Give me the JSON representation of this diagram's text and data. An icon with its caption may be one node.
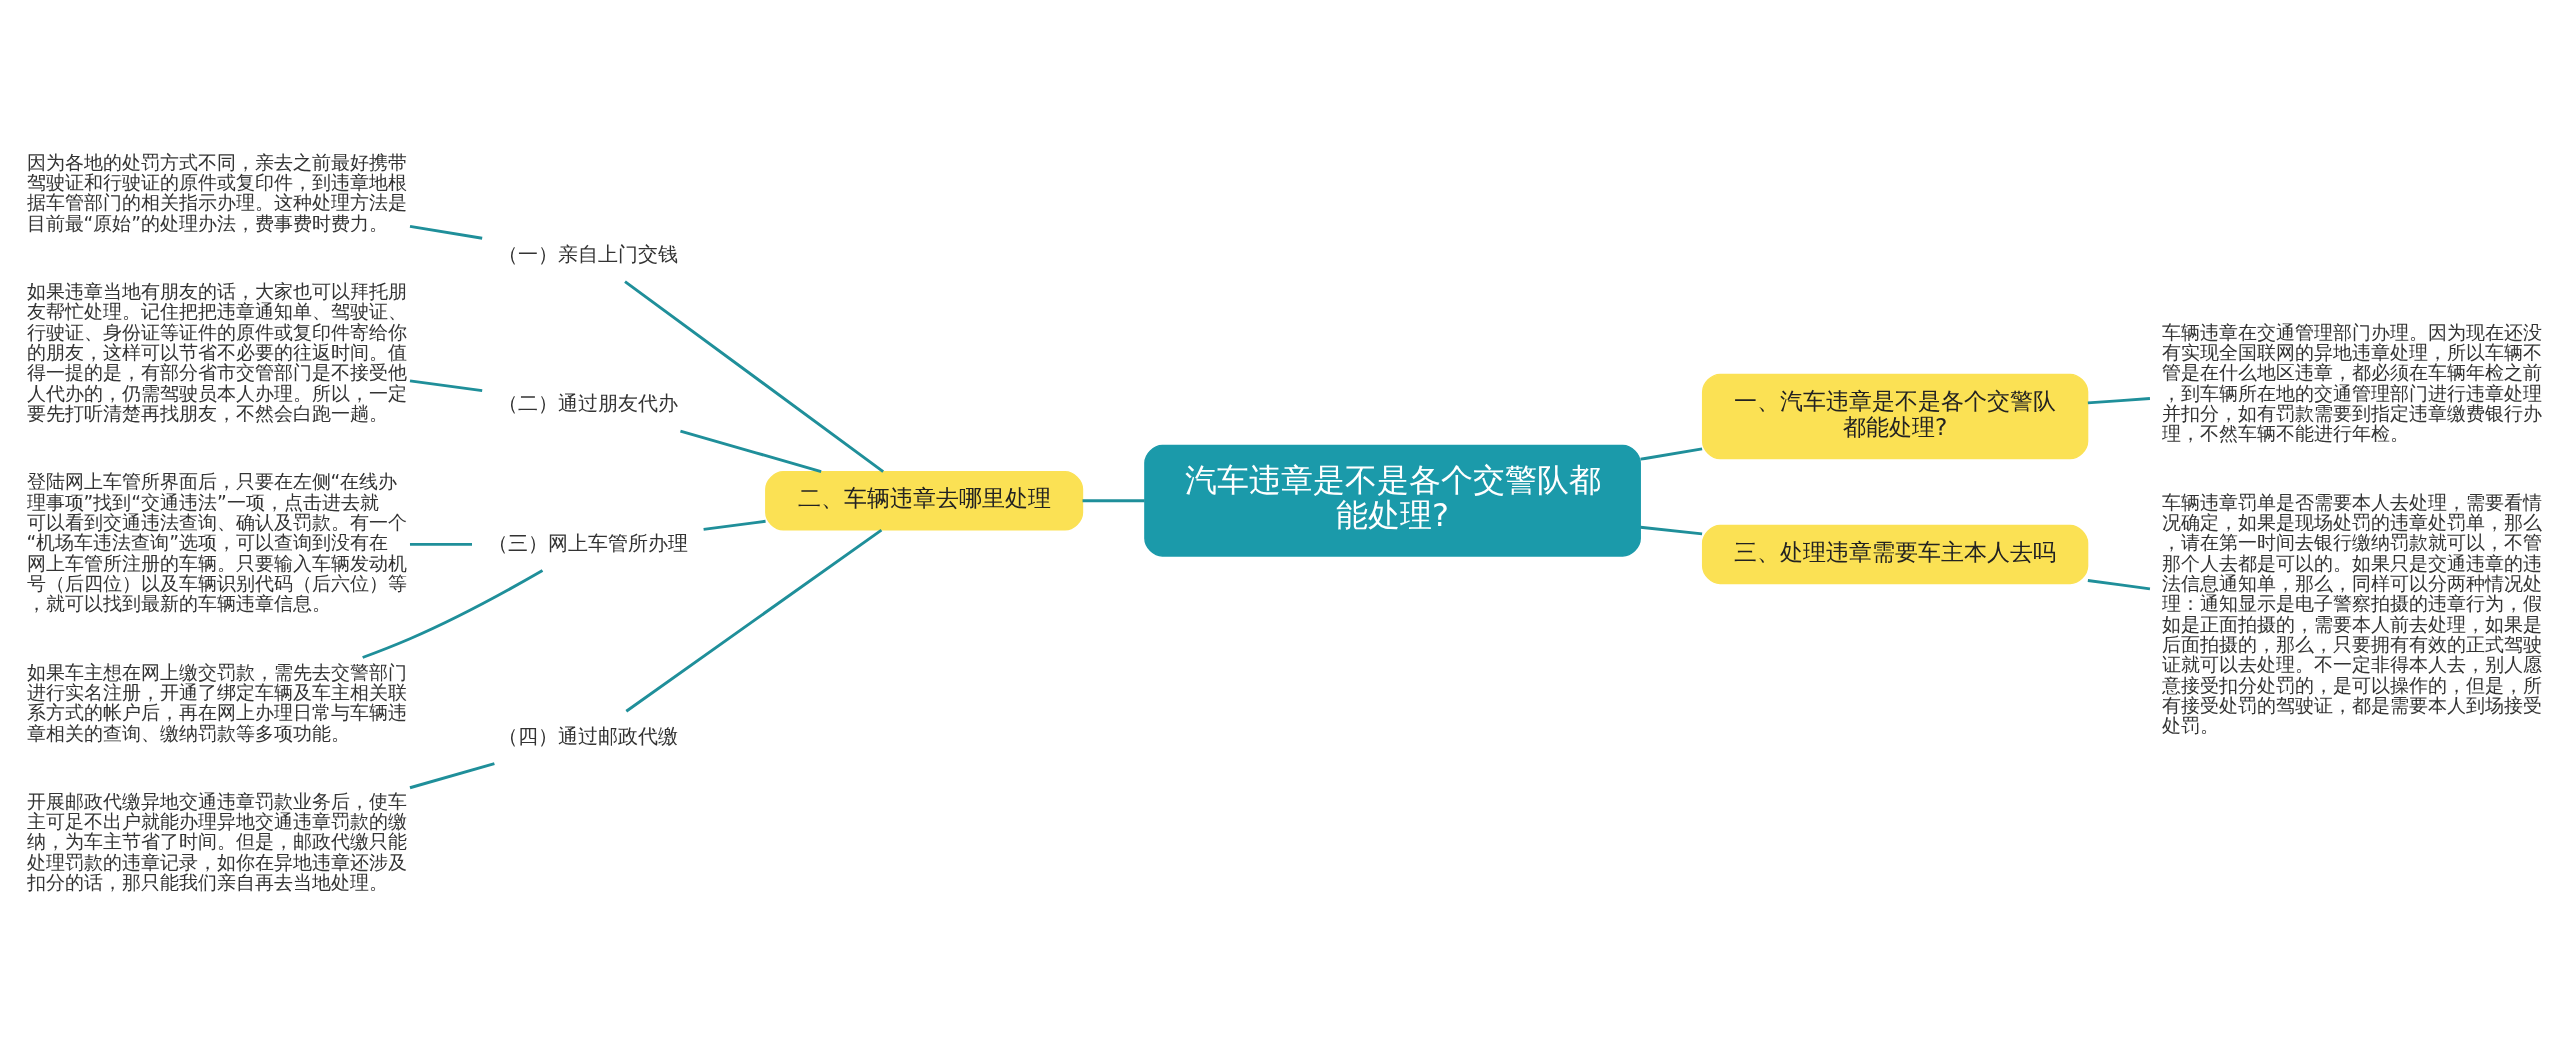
{
  "diagram": {
    "nodes": [
      {
        "text": [
          "汽车违章是不是各个交警队都能处理?"
        ]
      },
      {
        "text": [
          "一、汽车违章是不是各个交警队都能处理?"
        ]
      },
      {
        "text": [
          "车辆违章在交通管理部门办理。因为现在还没有实现全国联网的异地违章处理，所以车辆不管是在什么地区违章，都必须在车辆年检之前，到车辆所在地的交通管理部门进行违章处理并扣分，如有罚款需要到指定违章缴费银行办理，不然车辆不能进行年检。"
        ]
      },
      {
        "text": [
          "三、处理违章需要车主本人去吗"
        ]
      },
      {
        "text": [
          "车辆违章罚单是否需要本人去处理，需要看情况确定，如果是现场处罚的违章处罚单，那么，请在第一时间去银行缴纳罚款就可以，不管那个人去都是可以的。如果只是交通违章的违法信息通知单，那么，同样可以分两种情况处理：通知显示是电子警察拍摄的违章行为，假如是正面拍摄的，需要本人前去处理，如果是后面拍摄的，那么，只要拥有有效的正式驾驶证就可以去处理。不一定非得本人去，别人愿意接受扣分处罚的，是可以操作的，但是，所有接受处罚的驾驶证，都是需要本人到场接受处罚。"
        ]
      },
      {
        "text": [
          "二、车辆违章去哪里处理"
        ]
      },
      {
        "text": [
          "（一）亲自上门交钱"
        ]
      },
      {
        "text": [
          "因为各地的处罚方式不同，亲去之前最好携带驾驶证和行驶证的原件或复印件，到违章地根据车管部门的相关指示办理。这种处理方法是目前最“原始”的处理办法，费事费时费力。"
        ]
      },
      {
        "text": [
          "（二）通过朋友代办"
        ]
      },
      {
        "text": [
          "如果违章当地有朋友的话，大家也可以拜托朋友帮忙处理。记住把把违章通知单、驾驶证、行驶证、身份证等证件的原件或复印件寄给你的朋友，这样可以节省不必要的往返时间。值得一提的是，有部分省市交管部门是不接受他人代办的，仍需驾驶员本人办理。所以，一定要先打听清楚再找朋友，不然会白跑一趟。"
        ]
      },
      {
        "text": [
          "（三）网上车管所办理"
        ]
      },
      {
        "text": [
          "登陆网上车管所界面后，只要在左侧“在线办理事项”找到“交通违法”一项，点击进去就可以看到交通违法查询、确认及罚款。有一个“机场车违法查询”选项，可以查询到没有在网上车管所注册的车辆。只要输入车辆发动机号（后四位）以及车辆识别代码（后六位）等，就可以找到最新的车辆违章信息。"
        ]
      },
      {
        "text": [
          "如果车主想在网上缴交罚款，需先去交警部门进行实名注册，开通了绑定车辆及车主相关联系方式的帐户后，再在网上办理日常与车辆违章相关的查询、缴纳罚款等多项功能。"
        ]
      },
      {
        "text": [
          "（四）通过邮政代缴"
        ]
      },
      {
        "text": [
          "开展邮政代缴异地交通违章罚款业务后，使车主可足不出户就能办理异地交通违章罚款的缴纳，为车主节省了时间。但是，邮政代缴只能处理罚款的违章记录，如你在异地违章还涉及扣分的话，那只能我们亲自再去当地处理。"
        ]
      }
    ],
    "edges": [
      {
        "from": 0,
        "to": 1,
        "arrow": "none"
      },
      {
        "from": 1,
        "to": 2,
        "arrow": "none"
      },
      {
        "from": 0,
        "to": 3,
        "arrow": "none"
      },
      {
        "from": 3,
        "to": 4,
        "arrow": "none"
      },
      {
        "from": 0,
        "to": 5,
        "arrow": "none"
      },
      {
        "from": 5,
        "to": 6,
        "arrow": "none"
      },
      {
        "from": 6,
        "to": 7,
        "arrow": "none"
      },
      {
        "from": 5,
        "to": 8,
        "arrow": "none"
      },
      {
        "from": 8,
        "to": 9,
        "arrow": "none"
      },
      {
        "from": 5,
        "to": 10,
        "arrow": "none"
      },
      {
        "from": 10,
        "to": 11,
        "arrow": "none"
      },
      {
        "from": 10,
        "to": 12,
        "arrow": "none"
      },
      {
        "from": 5,
        "to": 13,
        "arrow": "none"
      },
      {
        "from": 13,
        "to": 14,
        "arrow": "none"
      }
    ]
  }
}
